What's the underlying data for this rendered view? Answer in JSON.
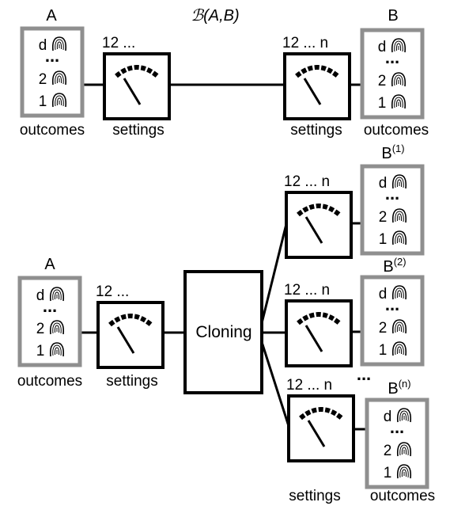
{
  "top": {
    "party_a": "A",
    "party_b": "B",
    "channel": "ℬ(A,B)",
    "settings_a": "12 ...",
    "settings_b": "12 ... n",
    "settings_label": "settings",
    "outcomes_label": "outcomes",
    "outcomes_a": {
      "dots": "...",
      "rows": [
        "d",
        "2",
        "1"
      ]
    },
    "outcomes_b": {
      "dots": "...",
      "rows": [
        "d",
        "2",
        "1"
      ]
    }
  },
  "bottom": {
    "party_a": "A",
    "settings_a": "12 ...",
    "settings_label": "settings",
    "outcomes_label": "outcomes",
    "outcomes_a": {
      "dots": "...",
      "rows": [
        "d",
        "2",
        "1"
      ]
    },
    "cloning_label": "Cloning",
    "between_branch_dots": "...",
    "branches": [
      {
        "label": "B",
        "superscript": "(1)",
        "settings": "12 ... n",
        "dots": "...",
        "rows": [
          "d",
          "2",
          "1"
        ]
      },
      {
        "label": "B",
        "superscript": "(2)",
        "settings": "12 ... n",
        "dots": "...",
        "rows": [
          "d",
          "2",
          "1"
        ]
      },
      {
        "label": "B",
        "superscript": "(n)",
        "settings": "12 ... n",
        "dots": "...",
        "rows": [
          "d",
          "2",
          "1"
        ]
      }
    ],
    "bottom_settings_label": "settings",
    "bottom_outcomes_label": "outcomes"
  }
}
